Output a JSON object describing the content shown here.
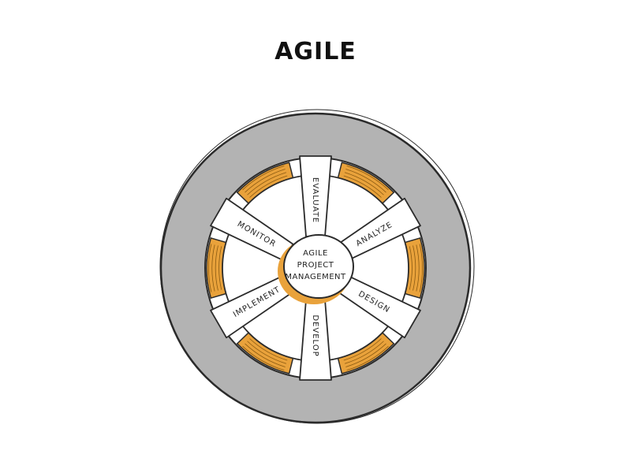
{
  "title": "AGILE",
  "hub": {
    "line1": "AGILE",
    "line2": "PROJECT",
    "line3": "MANAGEMENT"
  },
  "spokes": [
    {
      "label": "EVALUATE"
    },
    {
      "label": "ANALYZE"
    },
    {
      "label": "DESIGN"
    },
    {
      "label": "DEVELOP"
    },
    {
      "label": "IMPLEMENT"
    },
    {
      "label": "MONITOR"
    }
  ],
  "colors": {
    "tire": "#b3b3b3",
    "rim": "#e9a23b",
    "rim_dark": "#8a5a12",
    "outline": "#2b2b2b",
    "spoke": "#ffffff",
    "text": "#222222"
  }
}
